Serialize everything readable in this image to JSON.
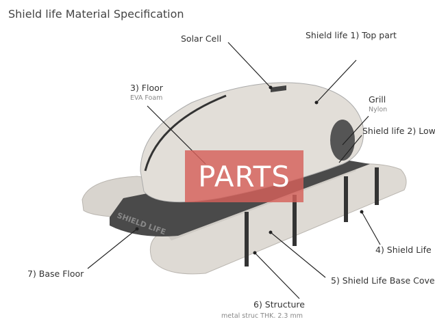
{
  "title": "Shield life Material Specification",
  "overlay": "PARTS",
  "labels": {
    "solar_cell": "Solar Cell",
    "top_part": "Shield life  1) Top part",
    "floor": "3) Floor",
    "floor_material": "EVA Foam",
    "grill": "Grill",
    "grill_material": "Nylon",
    "lower": "Shield life 2) Low",
    "shield_life_4": "4) Shield Life",
    "base_cover": "5) Shield Life Base Cove",
    "structure": "6) Structure",
    "structure_material": "metal struc THK. 2.3 mm",
    "base_floor": "7) Base Floor"
  },
  "base_text": "SHIELD LIFE",
  "colors": {
    "overlay": "#d6605a",
    "body": "#dcd8d2",
    "dark": "#3a3a3a"
  }
}
